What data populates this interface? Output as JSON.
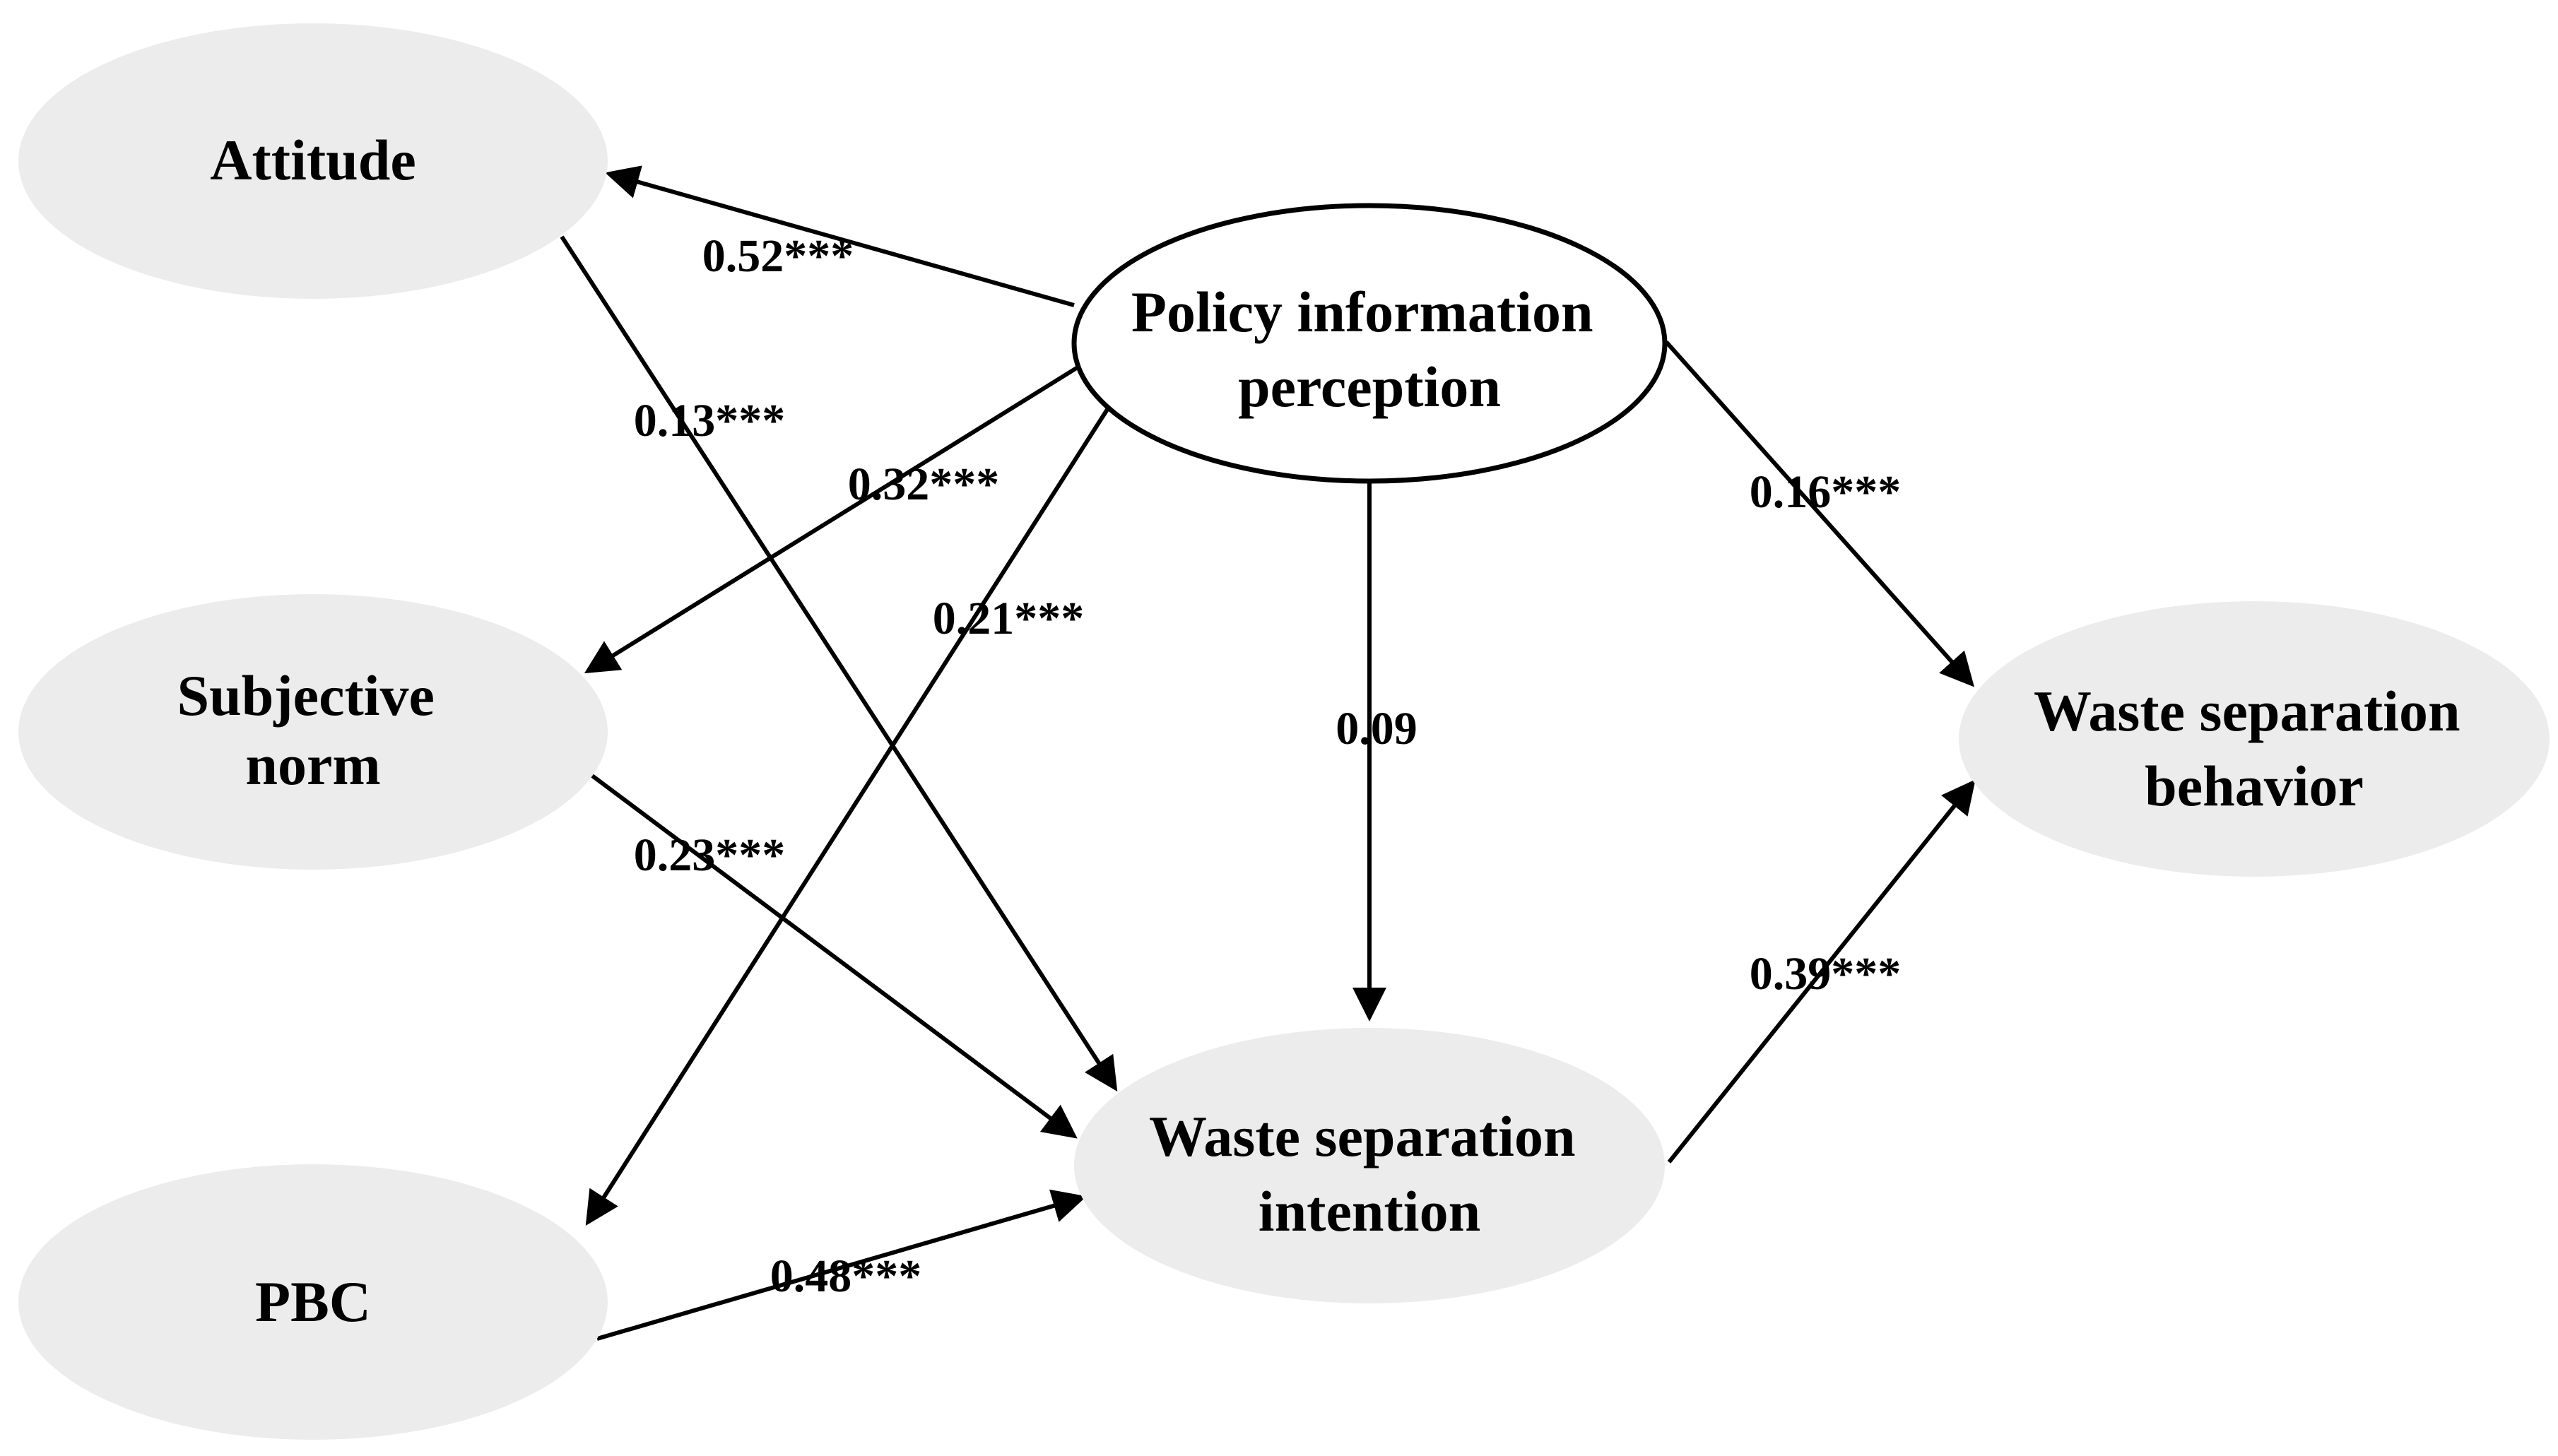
{
  "nodes": {
    "attitude": {
      "lines": [
        "Attitude"
      ]
    },
    "subjective_norm": {
      "lines": [
        "Subjective",
        "norm"
      ]
    },
    "pbc": {
      "lines": [
        "PBC"
      ]
    },
    "policy": {
      "lines": [
        "Policy information",
        "perception"
      ]
    },
    "intention": {
      "lines": [
        "Waste separation",
        "intention"
      ]
    },
    "behavior": {
      "lines": [
        "Waste separation",
        "behavior"
      ]
    }
  },
  "paths": [
    {
      "id": "policy-attitude",
      "from": "Policy information perception",
      "to": "Attitude",
      "coefficient": "0.52***"
    },
    {
      "id": "attitude-intention",
      "from": "Attitude",
      "to": "Waste separation intention",
      "coefficient": "0.13***"
    },
    {
      "id": "policy-norm",
      "from": "Policy information perception",
      "to": "Subjective norm",
      "coefficient": "0.32***"
    },
    {
      "id": "policy-pbc",
      "from": "Policy information perception",
      "to": "PBC",
      "coefficient": "0.21***"
    },
    {
      "id": "policy-intention",
      "from": "Policy information perception",
      "to": "Waste separation intention",
      "coefficient": "0.09"
    },
    {
      "id": "policy-behavior",
      "from": "Policy information perception",
      "to": "Waste separation behavior",
      "coefficient": "0.16***"
    },
    {
      "id": "norm-intention",
      "from": "Subjective norm",
      "to": "Waste separation intention",
      "coefficient": "0.23***"
    },
    {
      "id": "pbc-intention",
      "from": "PBC",
      "to": "Waste separation intention",
      "coefficient": "0.48***"
    },
    {
      "id": "intention-behavior",
      "from": "Waste separation intention",
      "to": "Waste separation behavior",
      "coefficient": "0.39***"
    }
  ],
  "colors": {
    "ellipse_fill": "#ececec",
    "highlight_fill": "#ffffff",
    "stroke": "#000000"
  }
}
